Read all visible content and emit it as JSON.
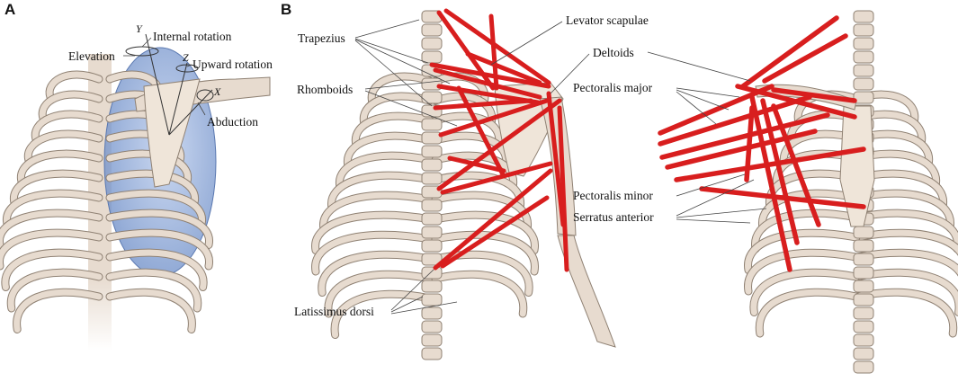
{
  "panels": {
    "a": "A",
    "b": "B"
  },
  "panel_a": {
    "labels": {
      "elevation": "Elevation",
      "internal_rotation": "Internal rotation",
      "upward_rotation": "Upward rotation",
      "abduction": "Abduction"
    },
    "axes": {
      "x": "X",
      "y": "Y",
      "z": "Z"
    }
  },
  "panel_b": {
    "labels": {
      "trapezius": "Trapezius",
      "levator_scapulae": "Levator scapulae",
      "rhomboids": "Rhomboids",
      "deltoids": "Deltoids",
      "pectoralis_major": "Pectoralis major",
      "pectoralis_minor": "Pectoralis minor",
      "serratus_anterior": "Serratus anterior",
      "latissimus_dorsi": "Latissimus dorsi"
    }
  },
  "colors": {
    "bone": "#e7dbcf",
    "bone_edge": "#8f8173",
    "bone_shadow": "#b7a898",
    "muscle": "#d81e1e",
    "ellipsoid": "#7f9fd3",
    "leader": "#444444"
  }
}
